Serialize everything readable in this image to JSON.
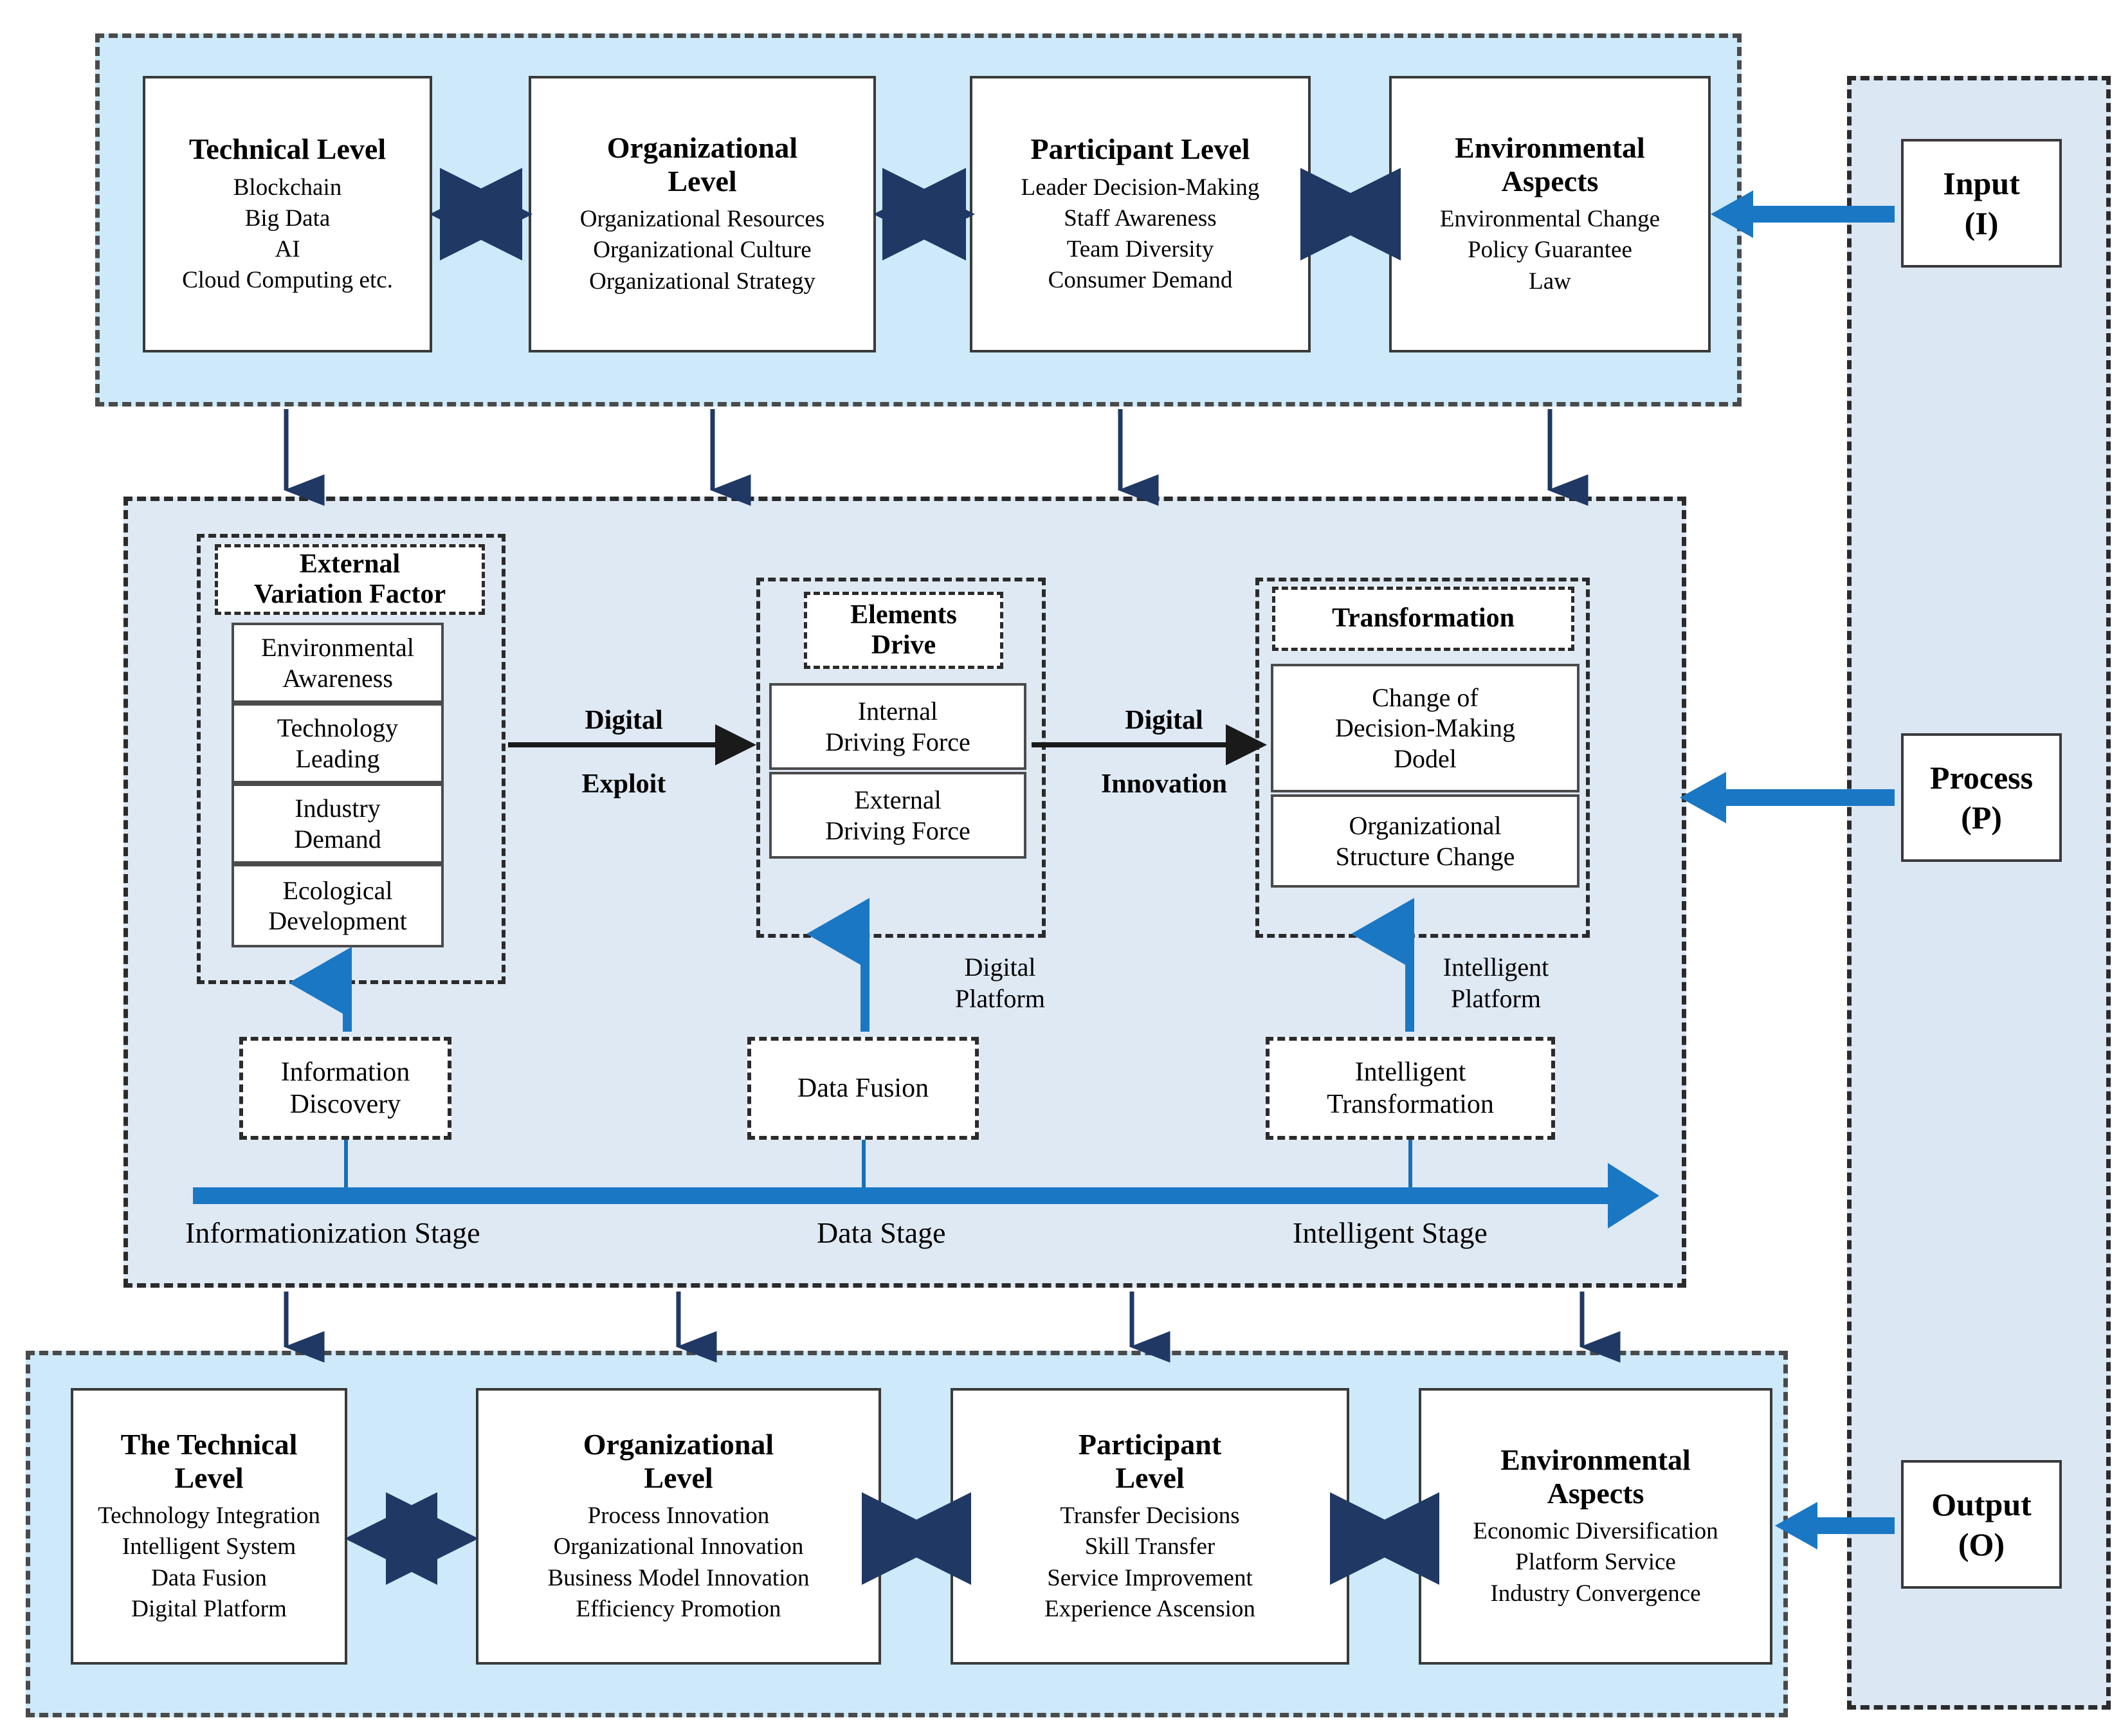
{
  "input_layer": {
    "boxes": [
      {
        "title": "Technical Level",
        "items": [
          "Blockchain",
          "Big Data",
          "AI",
          "Cloud Computing etc."
        ]
      },
      {
        "title": "Organizational\nLevel",
        "title_l1": "Organizational",
        "title_l2": "Level",
        "items": [
          "Organizational Resources",
          "Organizational Culture",
          "Organizational Strategy"
        ]
      },
      {
        "title": "Participant Level",
        "items": [
          "Leader Decision-Making",
          "Staff Awareness",
          "Team Diversity",
          "Consumer Demand"
        ]
      },
      {
        "title_l1": "Environmental",
        "title_l2": "Aspects",
        "items": [
          "Environmental Change",
          "Policy Guarantee",
          "Law"
        ]
      }
    ]
  },
  "process_layer": {
    "external_variation": {
      "header_l1": "External",
      "header_l2": "Variation Factor",
      "items": [
        "Environmental\nAwareness",
        "Technology\nLeading",
        "Industry\nDemand",
        "Ecological\nDevelopment"
      ],
      "item_1_l1": "Environmental",
      "item_1_l2": "Awareness",
      "item_2_l1": "Technology",
      "item_2_l2": "Leading",
      "item_3_l1": "Industry",
      "item_3_l2": "Demand",
      "item_4_l1": "Ecological",
      "item_4_l2": "Development"
    },
    "elements_drive": {
      "header_l1": "Elements",
      "header_l2": "Drive",
      "item_1_l1": "Internal",
      "item_1_l2": "Driving Force",
      "item_2_l1": "External",
      "item_2_l2": "Driving Force"
    },
    "transformation": {
      "header": "Transformation",
      "item_1_l1": "Change of",
      "item_1_l2": "Decision-Making",
      "item_1_l3": "Dodel",
      "item_2_l1": "Organizational",
      "item_2_l2": "Structure Change"
    },
    "connectors": {
      "digital_exploit_l1": "Digital",
      "digital_exploit_l2": "Exploit",
      "digital_innovation_l1": "Digital",
      "digital_innovation_l2": "Innovation",
      "digital_platform_l1": "Digital",
      "digital_platform_l2": "Platform",
      "intelligent_platform_l1": "Intelligent",
      "intelligent_platform_l2": "Platform"
    },
    "enablers": {
      "information_discovery_l1": "Information",
      "information_discovery_l2": "Discovery",
      "data_fusion": "Data Fusion",
      "intelligent_transformation_l1": "Intelligent",
      "intelligent_transformation_l2": "Transformation"
    },
    "stages": [
      "Informationization Stage",
      "Data Stage",
      "Intelligent Stage"
    ]
  },
  "output_layer": {
    "boxes": [
      {
        "title_l1": "The Technical",
        "title_l2": "Level",
        "items": [
          "Technology Integration",
          "Intelligent System",
          "Data Fusion",
          "Digital Platform"
        ]
      },
      {
        "title_l1": "Organizational",
        "title_l2": "Level",
        "items": [
          "Process Innovation",
          "Organizational Innovation",
          "Business Model Innovation",
          "Efficiency Promotion"
        ]
      },
      {
        "title_l1": "Participant",
        "title_l2": "Level",
        "items": [
          "Transfer Decisions",
          "Skill Transfer",
          "Service Improvement",
          "Experience Ascension"
        ]
      },
      {
        "title_l1": "Environmental",
        "title_l2": "Aspects",
        "items": [
          "Economic Diversification",
          "Platform Service",
          "Industry Convergence"
        ]
      }
    ]
  },
  "ipo_column": {
    "input_l1": "Input",
    "input_l2": "(I)",
    "process_l1": "Process",
    "process_l2": "(P)",
    "output_l1": "Output",
    "output_l2": "(O)"
  },
  "colors": {
    "panel_blue": "#cde9fa",
    "panel_pale_blue": "#dfe9f4",
    "accent_blue": "#1a77c4",
    "arrow_navy": "#1f3864",
    "box_border": "#3a3a3a"
  }
}
